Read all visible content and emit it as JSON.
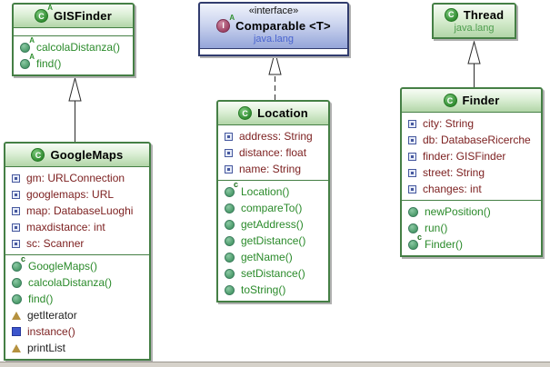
{
  "diagram": {
    "classes": [
      {
        "name": "GISFinder",
        "kind": "abstract class",
        "stereotype": "",
        "package": "",
        "fields": [],
        "methods": [
          {
            "icon": "abstract",
            "label": "calcolaDistanza()",
            "color": "green"
          },
          {
            "icon": "abstract",
            "label": "find()",
            "color": "green"
          }
        ]
      },
      {
        "name": "Comparable <T>",
        "kind": "interface",
        "stereotype": "«interface»",
        "package": "java.lang",
        "fields": [],
        "methods": []
      },
      {
        "name": "Thread",
        "kind": "class",
        "stereotype": "",
        "package": "java.lang",
        "fields": [],
        "methods": []
      },
      {
        "name": "GoogleMaps",
        "kind": "class",
        "stereotype": "",
        "package": "",
        "fields": [
          {
            "icon": "field",
            "label": "gm: URLConnection",
            "color": "red"
          },
          {
            "icon": "field",
            "label": "googlemaps: URL",
            "color": "red"
          },
          {
            "icon": "field",
            "label": "map: DatabaseLuoghi",
            "color": "red"
          },
          {
            "icon": "field",
            "label": "maxdistance: int",
            "color": "red"
          },
          {
            "icon": "field",
            "label": "sc: Scanner",
            "color": "red"
          }
        ],
        "methods": [
          {
            "icon": "constructor",
            "label": "GoogleMaps()",
            "color": "green"
          },
          {
            "icon": "method",
            "label": "calcolaDistanza()",
            "color": "green"
          },
          {
            "icon": "method",
            "label": "find()",
            "color": "green"
          },
          {
            "icon": "triangle",
            "label": "getIterator",
            "color": "black"
          },
          {
            "icon": "static",
            "label": "instance()",
            "color": "red"
          },
          {
            "icon": "triangle",
            "label": "printList",
            "color": "black"
          }
        ]
      },
      {
        "name": "Location",
        "kind": "class",
        "stereotype": "",
        "package": "",
        "fields": [
          {
            "icon": "field",
            "label": "address: String",
            "color": "red"
          },
          {
            "icon": "field",
            "label": "distance: float",
            "color": "red"
          },
          {
            "icon": "field",
            "label": "name: String",
            "color": "red"
          }
        ],
        "methods": [
          {
            "icon": "constructor",
            "label": "Location()",
            "color": "green"
          },
          {
            "icon": "method",
            "label": "compareTo()",
            "color": "green"
          },
          {
            "icon": "method",
            "label": "getAddress()",
            "color": "green"
          },
          {
            "icon": "method",
            "label": "getDistance()",
            "color": "green"
          },
          {
            "icon": "method",
            "label": "getName()",
            "color": "green"
          },
          {
            "icon": "method",
            "label": "setDistance()",
            "color": "green"
          },
          {
            "icon": "method",
            "label": "toString()",
            "color": "green"
          }
        ]
      },
      {
        "name": "Finder",
        "kind": "class",
        "stereotype": "",
        "package": "",
        "fields": [
          {
            "icon": "field",
            "label": "city: String",
            "color": "red"
          },
          {
            "icon": "field",
            "label": "db: DatabaseRicerche",
            "color": "red"
          },
          {
            "icon": "field",
            "label": "finder: GISFinder",
            "color": "red"
          },
          {
            "icon": "field",
            "label": "street: String",
            "color": "red"
          },
          {
            "icon": "field",
            "label": "changes: int",
            "color": "red"
          }
        ],
        "methods": [
          {
            "icon": "method",
            "label": "newPosition()",
            "color": "green"
          },
          {
            "icon": "method",
            "label": "run()",
            "color": "green"
          },
          {
            "icon": "constructor",
            "label": "Finder()",
            "color": "green"
          }
        ]
      }
    ],
    "relations": [
      {
        "from": "GoogleMaps",
        "to": "GISFinder",
        "type": "extends",
        "line": "solid"
      },
      {
        "from": "Location",
        "to": "Comparable <T>",
        "type": "implements",
        "line": "dashed"
      },
      {
        "from": "Finder",
        "to": "Thread",
        "type": "extends",
        "line": "solid"
      }
    ]
  },
  "colors": {
    "class_border": "#457f45",
    "class_header_top": "#f7fcf5",
    "class_header_bottom": "#b2d6a8",
    "interface_border": "#313c6e",
    "interface_header_bottom": "#95a5d9",
    "field_text": "#7d2121",
    "method_text": "#2a8a2a",
    "package_text_green": "#4f9e4f",
    "package_text_blue": "#4964cf",
    "triangle_icon": "#b5913f",
    "static_icon": "#3c55cc"
  }
}
